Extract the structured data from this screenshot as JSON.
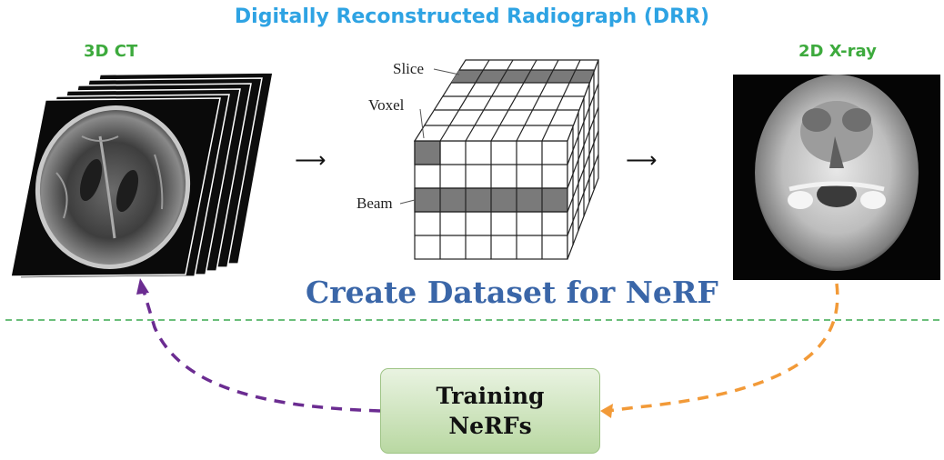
{
  "title": "Digitally Reconstructed Radiograph (DRR)",
  "ct_label": "3D CT",
  "xray_label": "2D X-ray",
  "voxel_labels": {
    "slice": "Slice",
    "voxel": "Voxel",
    "beam": "Beam"
  },
  "create_label": "Create Dataset for NeRF",
  "training": {
    "line1": "Training",
    "line2": "NeRFs"
  },
  "arrow_glyph": "⟶",
  "colors": {
    "title": "#2ea3e3",
    "green_label": "#3daa3d",
    "create": "#3a66a8",
    "separator": "#3aa84f",
    "purple_arrow": "#6b2c91",
    "orange_arrow": "#f29a38",
    "training_box": "#c7e2b4"
  }
}
